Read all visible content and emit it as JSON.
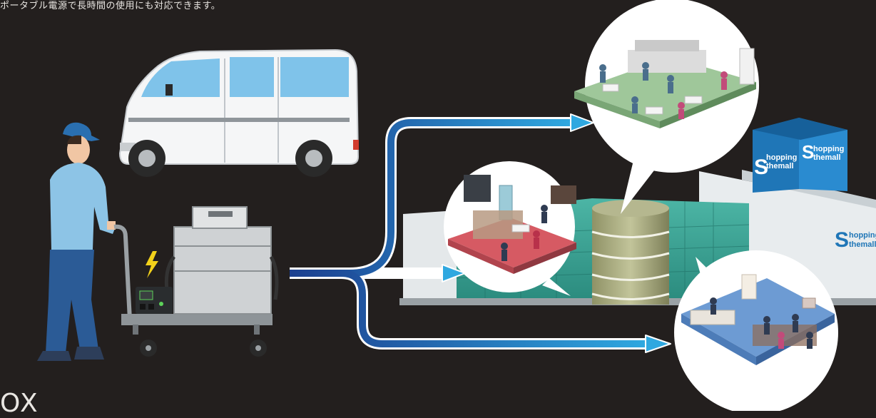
{
  "caption": "ポータブル電源で長時間の使用にも対応できます。",
  "bottom_text": "OX",
  "mall_sign": {
    "line1": "hopping",
    "line2": "themall",
    "initial": "S"
  },
  "colors": {
    "background": "#231f1e",
    "arrow_dark": "#1c3f8f",
    "arrow_light": "#2fa8e0",
    "mall_glass": "#3aa89a",
    "mall_sign_blue": "#1f76b7",
    "bolt": "#f2d11a"
  },
  "icons": [
    "van-illustration",
    "worker-illustration",
    "power-cart-illustration",
    "lightning-bolt-icon",
    "mall-illustration",
    "food-court-bubble",
    "cafe-bubble",
    "lounge-bubble",
    "flow-arrows"
  ]
}
